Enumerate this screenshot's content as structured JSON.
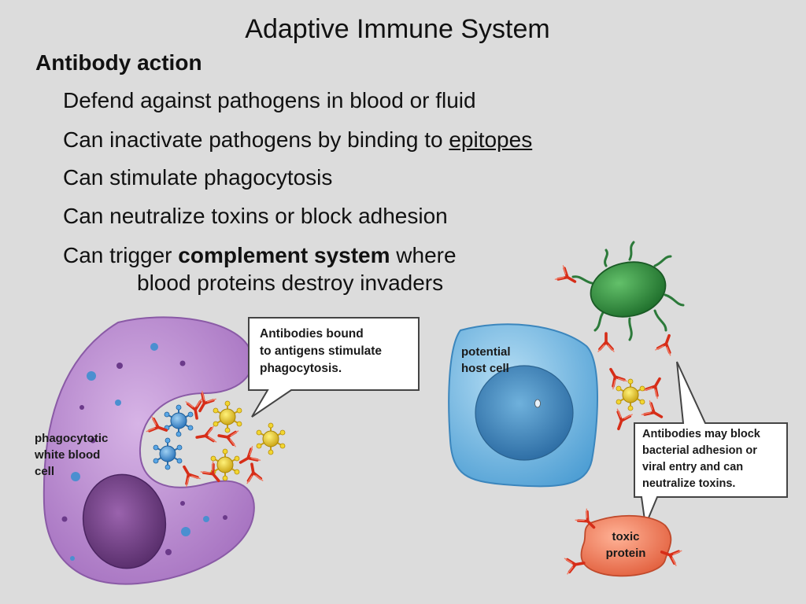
{
  "slide": {
    "title": "Adaptive Immune System",
    "heading": "Antibody action",
    "bullets": [
      {
        "text": "Defend against pathogens in blood or fluid"
      },
      {
        "pre": "Can inactivate pathogens by binding to ",
        "term": "epitopes"
      },
      {
        "text": "Can stimulate phagocytosis"
      },
      {
        "text": "Can neutralize toxins or block adhesion"
      },
      {
        "pre": "Can trigger ",
        "term": "complement system",
        "post": " where",
        "continuation": "blood proteins destroy invaders"
      }
    ]
  },
  "diagram": {
    "callout_phagocytosis": [
      "Antibodies bound",
      "to antigens stimulate",
      "phagocytosis."
    ],
    "callout_neutralize": [
      "Antibodies may block",
      "bacterial adhesion or",
      "viral entry and can",
      "neutralize toxins."
    ],
    "labels": {
      "white_cell": [
        "phagocytotic",
        "white blood",
        "cell"
      ],
      "host_cell": [
        "potential",
        "host cell"
      ],
      "toxin": [
        "toxic",
        "protein"
      ]
    },
    "colors": {
      "white_cell": "#b98ad0",
      "nucleus": "#7a4a8e",
      "host_cell": "#5ea9d8",
      "bacterium": "#2f8f3a",
      "antibody": "#e03a22",
      "antigen_yellow": "#e4c21a",
      "antigen_blue": "#3d8fd1",
      "toxin": "#ee7d5c"
    }
  }
}
